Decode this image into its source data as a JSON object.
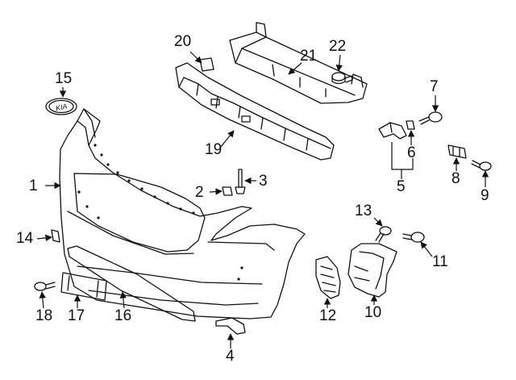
{
  "diagram": {
    "brand_badge": "KIA",
    "callouts": [
      {
        "id": "1",
        "label": "1"
      },
      {
        "id": "2",
        "label": "2"
      },
      {
        "id": "3",
        "label": "3"
      },
      {
        "id": "4",
        "label": "4"
      },
      {
        "id": "5",
        "label": "5"
      },
      {
        "id": "6",
        "label": "6"
      },
      {
        "id": "7",
        "label": "7"
      },
      {
        "id": "8",
        "label": "8"
      },
      {
        "id": "9",
        "label": "9"
      },
      {
        "id": "10",
        "label": "10"
      },
      {
        "id": "11",
        "label": "11"
      },
      {
        "id": "12",
        "label": "12"
      },
      {
        "id": "13",
        "label": "13"
      },
      {
        "id": "14",
        "label": "14"
      },
      {
        "id": "15",
        "label": "15"
      },
      {
        "id": "16",
        "label": "16"
      },
      {
        "id": "17",
        "label": "17"
      },
      {
        "id": "18",
        "label": "18"
      },
      {
        "id": "19",
        "label": "19"
      },
      {
        "id": "20",
        "label": "20"
      },
      {
        "id": "21",
        "label": "21"
      },
      {
        "id": "22",
        "label": "22"
      }
    ]
  }
}
